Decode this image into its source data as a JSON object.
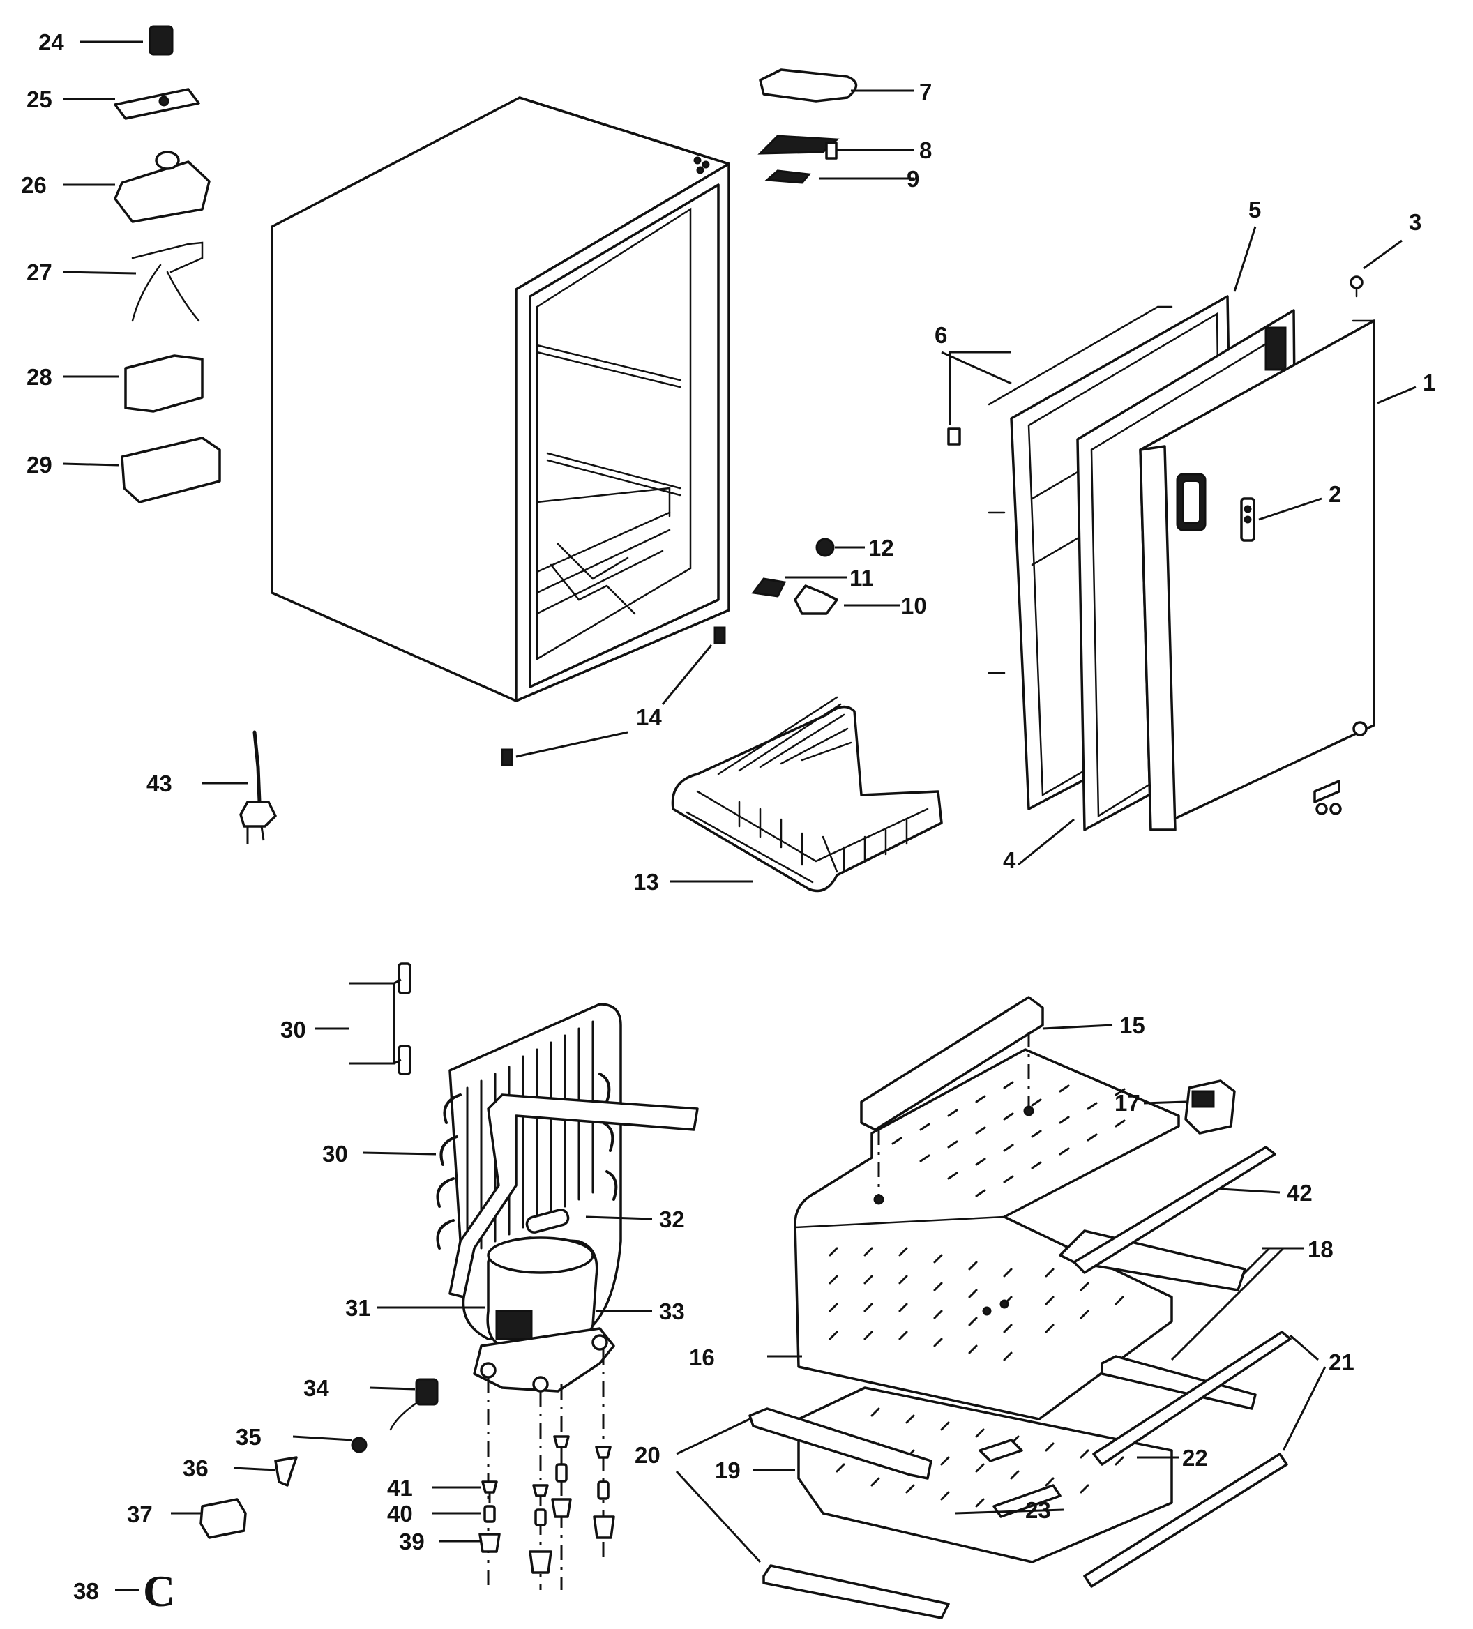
{
  "callouts": {
    "c1": "1",
    "c2": "2",
    "c3": "3",
    "c4": "4",
    "c5": "5",
    "c6": "6",
    "c7": "7",
    "c8": "8",
    "c9": "9",
    "c10": "10",
    "c11": "11",
    "c12": "12",
    "c13": "13",
    "c14": "14",
    "c15": "15",
    "c16": "16",
    "c17": "17",
    "c18": "18",
    "c19": "19",
    "c20": "20",
    "c21": "21",
    "c22": "22",
    "c23": "23",
    "c24": "24",
    "c25": "25",
    "c26": "26",
    "c27": "27",
    "c28": "28",
    "c29": "29",
    "c30a": "30",
    "c30b": "30",
    "c31": "31",
    "c32": "32",
    "c33": "33",
    "c34": "34",
    "c35": "35",
    "c36": "36",
    "c37": "37",
    "c38": "38",
    "c39": "39",
    "c40": "40",
    "c41": "41",
    "c42": "42",
    "c43": "43"
  },
  "retaining_clip_glyph": "C"
}
